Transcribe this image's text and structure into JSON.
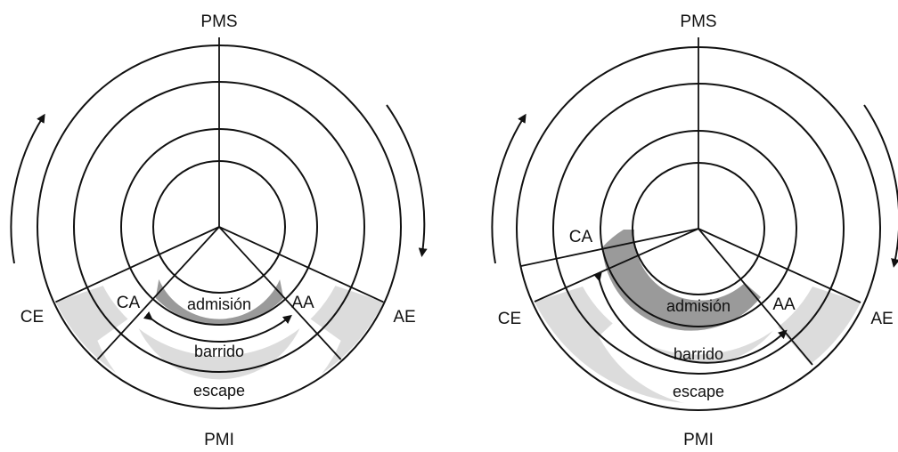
{
  "diagrams": [
    {
      "top_label": "PMS",
      "bottom_label": "PMI",
      "ce_label": "CE",
      "ae_label": "AE",
      "ca_label": "CA",
      "aa_label": "AA",
      "bands": {
        "intake": "admisión",
        "scavenge": "barrido",
        "exhaust": "escape"
      }
    },
    {
      "top_label": "PMS",
      "bottom_label": "PMI",
      "ce_label": "CE",
      "ae_label": "AE",
      "ca_label": "CA",
      "aa_label": "AA",
      "bands": {
        "intake": "admisión",
        "scavenge": "barrido",
        "exhaust": "escape"
      }
    }
  ],
  "colors": {
    "line": "#111111",
    "shade_light": "#dcdcdc",
    "shade_dark": "#9a9a9a",
    "background": "#ffffff"
  }
}
